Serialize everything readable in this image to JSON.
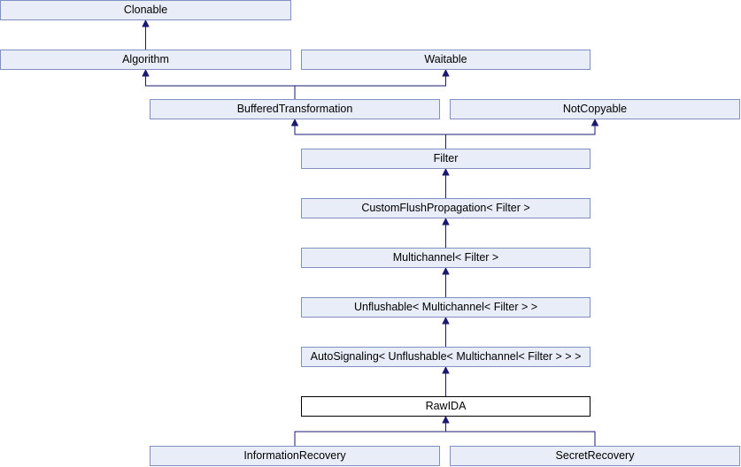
{
  "diagram": {
    "type": "class-inheritance-graph",
    "highlighted_node": "RawIDA",
    "colors": {
      "node_fill": "#e8edf7",
      "node_border": "#8090c0",
      "highlight_fill": "#ffffff",
      "highlight_border": "#000000",
      "edge": "#191970",
      "text": "#000000",
      "background": "#ffffff"
    },
    "nodes": [
      {
        "id": "clonable",
        "label": "Clonable"
      },
      {
        "id": "algorithm",
        "label": "Algorithm"
      },
      {
        "id": "waitable",
        "label": "Waitable"
      },
      {
        "id": "buffered",
        "label": "BufferedTransformation"
      },
      {
        "id": "notcopyable",
        "label": "NotCopyable"
      },
      {
        "id": "filter",
        "label": "Filter"
      },
      {
        "id": "cfp",
        "label": "CustomFlushPropagation< Filter >"
      },
      {
        "id": "multichannel",
        "label": "Multichannel< Filter >"
      },
      {
        "id": "unflushable",
        "label": "Unflushable< Multichannel< Filter > >"
      },
      {
        "id": "autosignaling",
        "label": "AutoSignaling< Unflushable< Multichannel< Filter > > >"
      },
      {
        "id": "rawida",
        "label": "RawIDA",
        "highlighted": true
      },
      {
        "id": "inforecovery",
        "label": "InformationRecovery"
      },
      {
        "id": "secretrecovery",
        "label": "SecretRecovery"
      }
    ],
    "edges": [
      {
        "from": "algorithm",
        "to": "clonable"
      },
      {
        "from": "buffered",
        "to": "algorithm"
      },
      {
        "from": "buffered",
        "to": "waitable"
      },
      {
        "from": "filter",
        "to": "buffered"
      },
      {
        "from": "filter",
        "to": "notcopyable"
      },
      {
        "from": "cfp",
        "to": "filter"
      },
      {
        "from": "multichannel",
        "to": "cfp"
      },
      {
        "from": "unflushable",
        "to": "multichannel"
      },
      {
        "from": "autosignaling",
        "to": "unflushable"
      },
      {
        "from": "rawida",
        "to": "autosignaling"
      },
      {
        "from": "inforecovery",
        "to": "rawida"
      },
      {
        "from": "secretrecovery",
        "to": "rawida"
      }
    ]
  }
}
